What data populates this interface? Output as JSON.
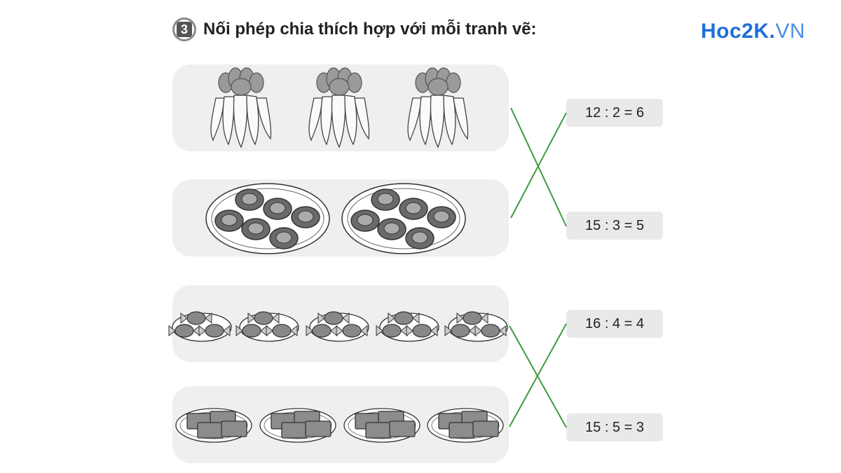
{
  "exercise": {
    "number": "3",
    "title": "Nối phép chia thích hợp với mỗi tranh vẽ:"
  },
  "logo": {
    "main": "Hoc2K.",
    "suffix": "VN"
  },
  "equations": [
    {
      "text": "12 : 2 = 6"
    },
    {
      "text": "15 : 3 = 5"
    },
    {
      "text": "16 : 4 = 4"
    },
    {
      "text": "15 : 5 = 3"
    }
  ],
  "pictures": [
    {
      "item": "radish-bunch",
      "groups": 3
    },
    {
      "item": "cookie-plate",
      "groups": 2
    },
    {
      "item": "candy-plate",
      "groups": 5
    },
    {
      "item": "cake-plate",
      "groups": 4
    }
  ],
  "matches": [
    {
      "picture": 1,
      "equation": 2
    },
    {
      "picture": 2,
      "equation": 1
    },
    {
      "picture": 3,
      "equation": 4
    },
    {
      "picture": 4,
      "equation": 3
    }
  ],
  "colors": {
    "line": "#3f9b3f",
    "panel": "#efefef",
    "logo": "#1e6fd9"
  }
}
